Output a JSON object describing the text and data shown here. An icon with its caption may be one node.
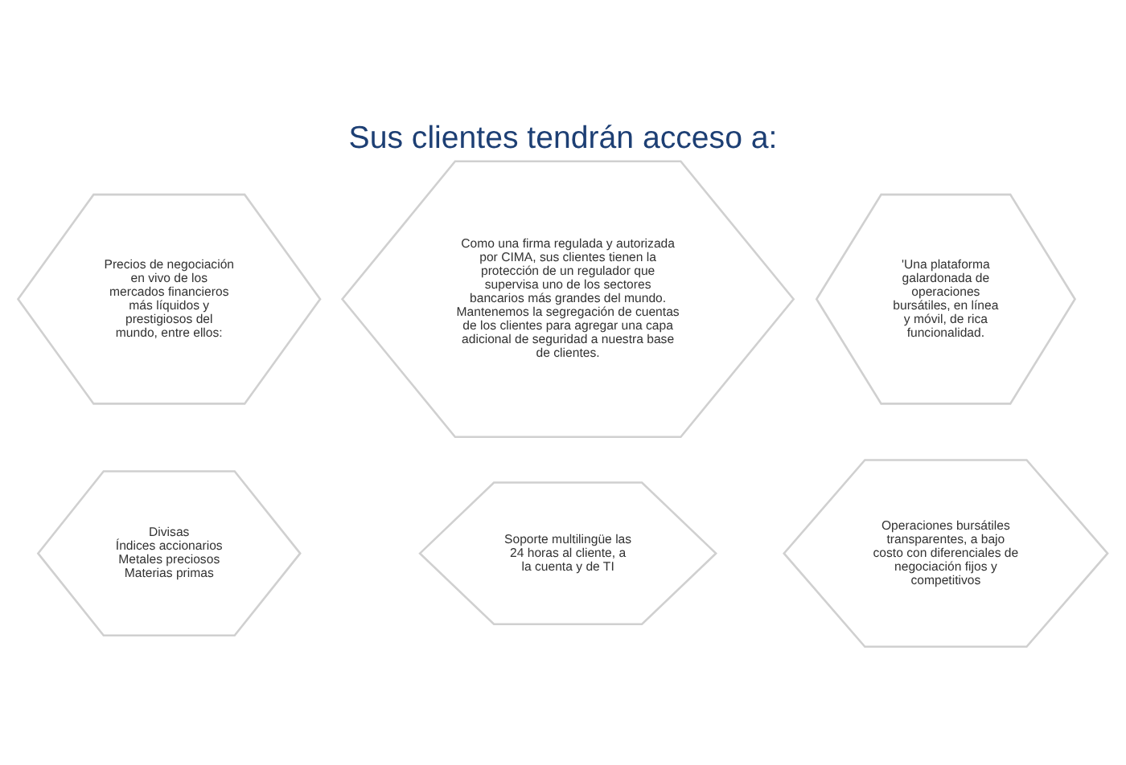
{
  "diagram": {
    "title": "Sus clientes tendrán acceso a:",
    "nodes": [
      {
        "text": [
          "Precios de negociación en vivo de los mercados financieros más líquidos y prestigiosos del mundo, entre ellos:"
        ]
      },
      {
        "text": [
          "Divisas",
          "Índices accionarios",
          "Metales preciosos",
          "Materias primas"
        ]
      },
      {
        "text": [
          "Como una firma regulada y autorizada por CIMA, sus clientes tienen la protección de un regulador que supervisa uno de los sectores bancarios más grandes del mundo. Mantenemos la segregación de cuentas de los clientes para agregar una capa adicional de seguridad a nuestra base de clientes."
        ]
      },
      {
        "text": [
          "Soporte multilingüe las 24 horas al cliente, a la cuenta y de TI"
        ]
      },
      {
        "text": [
          "'Una plataforma galardonada de operaciones bursátiles, en línea y móvil, de rica funcionalidad."
        ]
      },
      {
        "text": [
          "Operaciones bursátiles transparentes, a bajo costo con diferenciales de negociación fijos y competitivos"
        ]
      }
    ],
    "edges": []
  }
}
